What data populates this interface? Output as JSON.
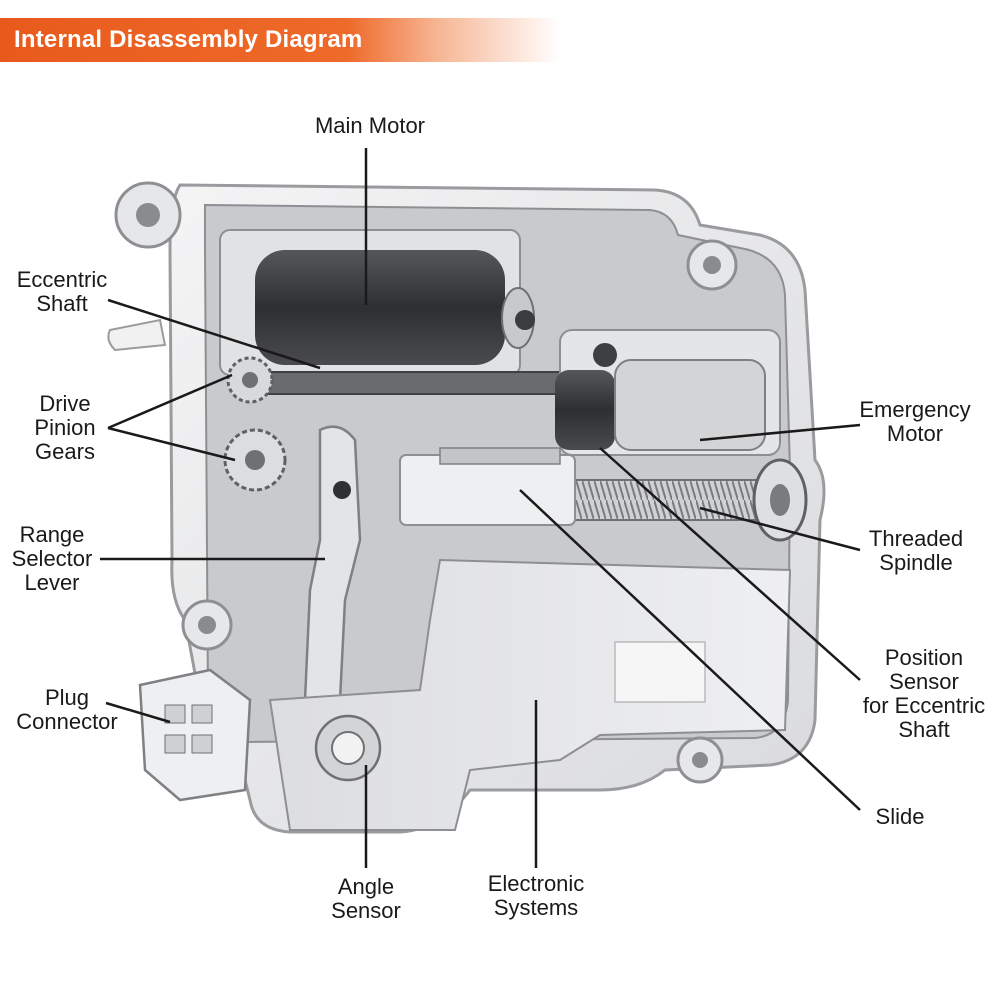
{
  "header": {
    "title": "Internal Disassembly Diagram"
  },
  "colors": {
    "accent": "#e85a1c",
    "housing": "#e9eaec",
    "motor": "#3a3b3d",
    "line": "#1a1a1a"
  },
  "callouts": {
    "main_motor": [
      "Main Motor"
    ],
    "eccentric_shaft": [
      "Eccentric",
      "Shaft"
    ],
    "drive_pinion_gears": [
      "Drive",
      "Pinion",
      "Gears"
    ],
    "range_selector_lever": [
      "Range",
      "Selector",
      "Lever"
    ],
    "plug_connector": [
      "Plug",
      "Connector"
    ],
    "angle_sensor": [
      "Angle",
      "Sensor"
    ],
    "electronic_systems": [
      "Electronic",
      "Systems"
    ],
    "emergency_motor": [
      "Emergency",
      "Motor"
    ],
    "threaded_spindle": [
      "Threaded",
      "Spindle"
    ],
    "position_sensor": [
      "Position",
      "Sensor",
      "for Eccentric",
      "Shaft"
    ],
    "slide": [
      "Slide"
    ]
  }
}
